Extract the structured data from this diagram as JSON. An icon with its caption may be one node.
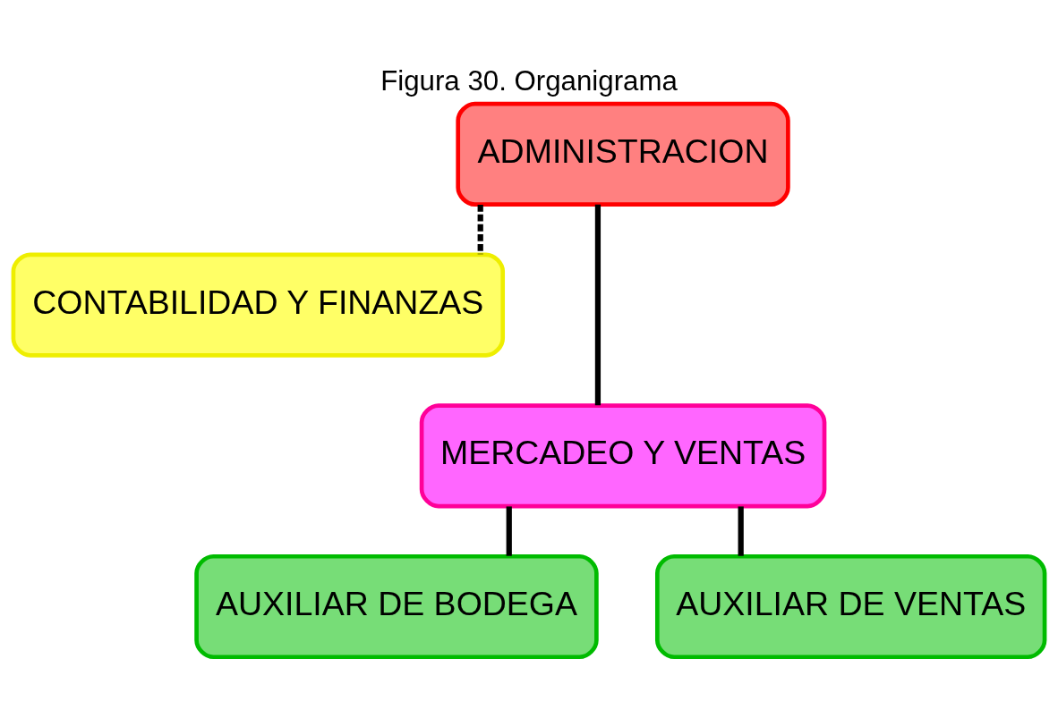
{
  "diagram": {
    "title": "Figura 30. Organigrama",
    "nodes": [
      {
        "text": [
          "ADMINISTRACION"
        ]
      },
      {
        "text": [
          "CONTABILIDAD Y FINANZAS"
        ]
      },
      {
        "text": [
          "MERCADEO Y VENTAS"
        ]
      },
      {
        "text": [
          "AUXILIAR DE BODEGA"
        ]
      },
      {
        "text": [
          "AUXILIAR DE VENTAS"
        ]
      }
    ],
    "edges": [
      {
        "from": 0,
        "to": 1,
        "arrow": "none",
        "style": "dashed"
      },
      {
        "from": 0,
        "to": 2,
        "arrow": "none"
      },
      {
        "from": 2,
        "to": 3,
        "arrow": "none"
      },
      {
        "from": 2,
        "to": 4,
        "arrow": "none"
      }
    ]
  }
}
